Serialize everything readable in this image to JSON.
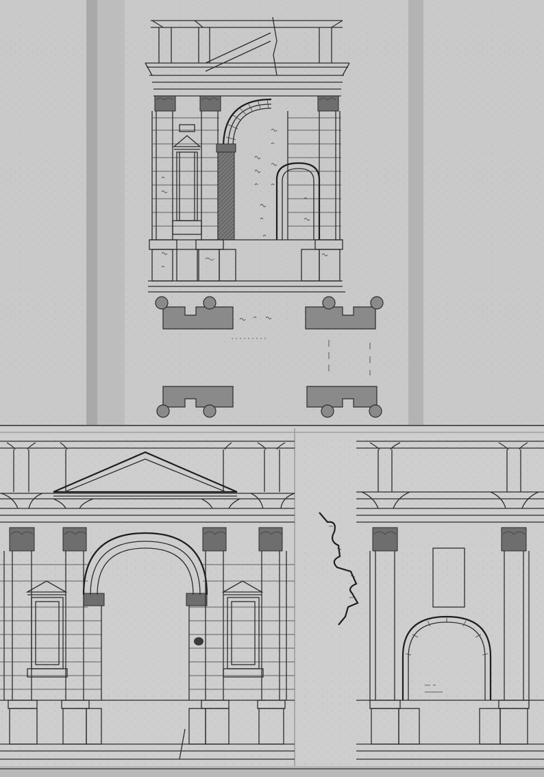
{
  "sheet": {
    "paper_color": "#c9c9c9",
    "paper_shadow_color": "#a9a9a9",
    "ink_color": "#2b2b2b",
    "upper_drawing": "triumphal-arch-elevation-with-plans",
    "lower_left_drawing": "arch-facade-elevation-with-pediment",
    "lower_right_drawing": "bay-elevation-and-cornice-profile"
  }
}
